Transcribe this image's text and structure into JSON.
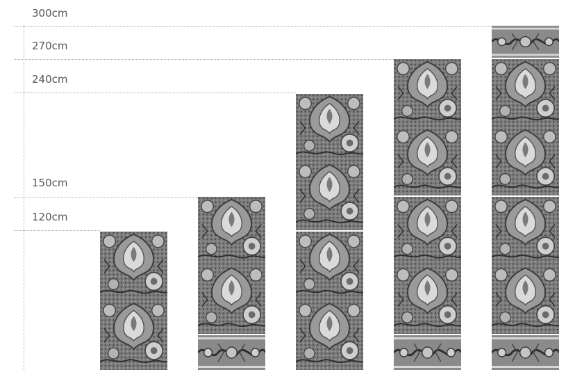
{
  "height_labels": [
    "300cm",
    "270cm",
    "240cm",
    "150cm",
    "120cm"
  ],
  "height_values_cm": [
    300,
    270,
    240,
    150,
    120
  ],
  "columns": [
    {
      "height_cm": 120,
      "stack": [
        "panel"
      ]
    },
    {
      "height_cm": 150,
      "stack": [
        "border",
        "panel"
      ]
    },
    {
      "height_cm": 240,
      "stack": [
        "panel",
        "panel"
      ]
    },
    {
      "height_cm": 270,
      "stack": [
        "border",
        "panel",
        "panel"
      ]
    },
    {
      "height_cm": 300,
      "stack": [
        "border",
        "panel",
        "panel",
        "border"
      ]
    }
  ],
  "colors": {
    "gridline": "#a8a8a8",
    "label": "#555555",
    "pattern_dark": "#4a4a4a",
    "pattern_light": "#d9d9d9"
  },
  "icons": {
    "panel": "damask-wallpaper-panel",
    "border": "damask-border-strip"
  }
}
